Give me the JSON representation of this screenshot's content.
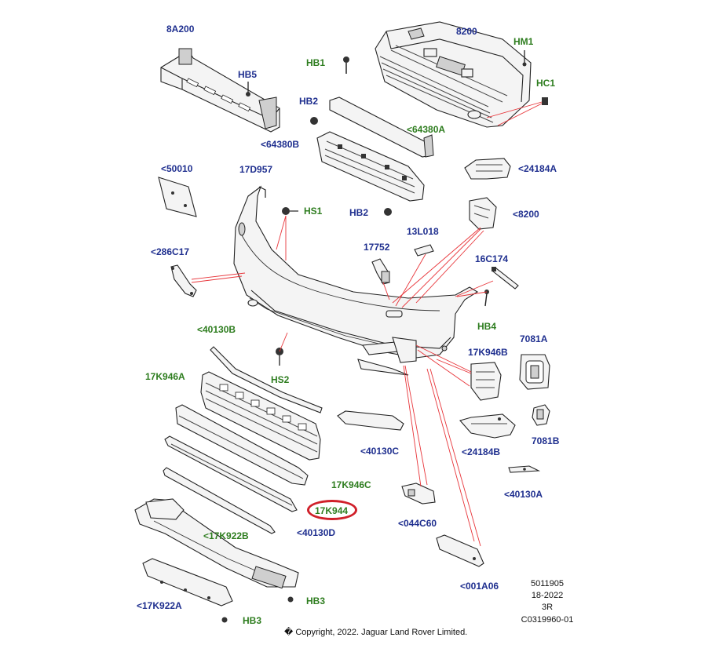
{
  "labels": {
    "p_8a200": "8A200",
    "p_8200_top": "8200",
    "p_hm1": "HM1",
    "p_hb1": "HB1",
    "p_hb5": "HB5",
    "p_hc1": "HC1",
    "p_hb2_top": "HB2",
    "p_64380a": "<64380A",
    "p_64380b": "<64380B",
    "p_24184a": "<24184A",
    "p_50010": "<50010",
    "p_17d957": "17D957",
    "p_hs1": "HS1",
    "p_hb2_mid": "HB2",
    "p_8200_mid": "<8200",
    "p_13l018": "13L018",
    "p_286c17": "<286C17",
    "p_17752": "17752",
    "p_16c174": "16C174",
    "p_hb4": "HB4",
    "p_40130b": "<40130B",
    "p_7081a": "7081A",
    "p_17k946b": "17K946B",
    "p_17k946a": "17K946A",
    "p_hs2": "HS2",
    "p_40130c": "<40130C",
    "p_24184b": "<24184B",
    "p_7081b": "7081B",
    "p_17k946c": "17K946C",
    "p_40130a": "<40130A",
    "p_17k944": "17K944",
    "p_044c60": "<044C60",
    "p_40130d": "<40130D",
    "p_17k922b": "<17K922B",
    "p_001a06": "<001A06",
    "p_17k922a": "<17K922A",
    "p_hb3_a": "HB3",
    "p_hb3_b": "HB3"
  },
  "info_block": {
    "line1": "5011905",
    "line2": "18-2022",
    "line3": "3R",
    "line4": "C0319960-01"
  },
  "copyright": "� Copyright, 2022. Jaguar Land Rover Limited.",
  "colors": {
    "label_blue": "#1f2f8f",
    "label_green": "#2e7d1f",
    "leader_red": "#e8353a",
    "highlight_red": "#d0202a"
  }
}
